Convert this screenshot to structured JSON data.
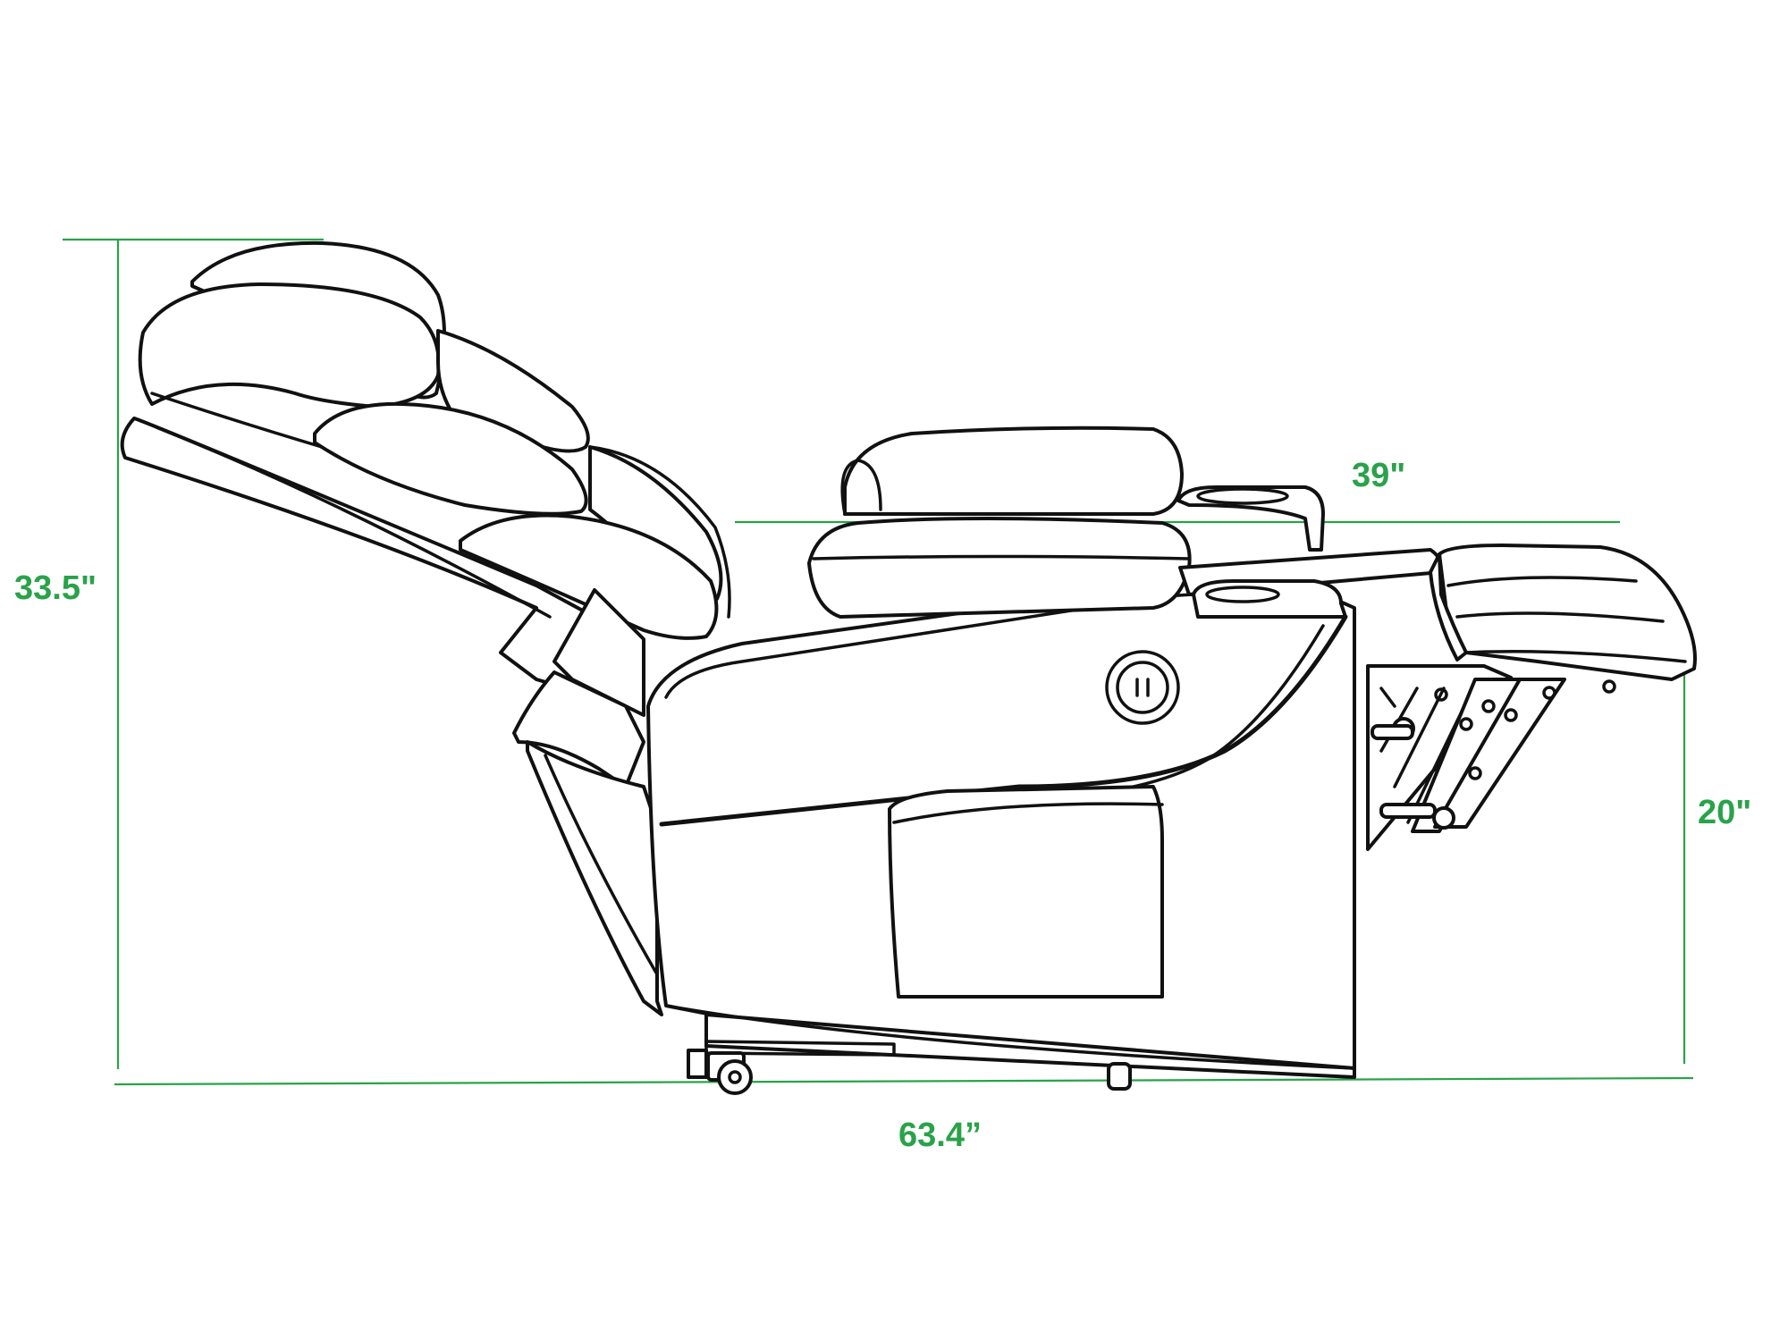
{
  "diagram": {
    "subject": "recliner-chair-side-view-reclined",
    "dimensions": {
      "height_reclined": "33.5\"",
      "seat_length": "39\"",
      "footrest_height": "20\"",
      "total_length": "63.4”"
    }
  },
  "colors": {
    "dimension": "#2aa24a",
    "line_art": "#111111",
    "background": "#ffffff"
  }
}
